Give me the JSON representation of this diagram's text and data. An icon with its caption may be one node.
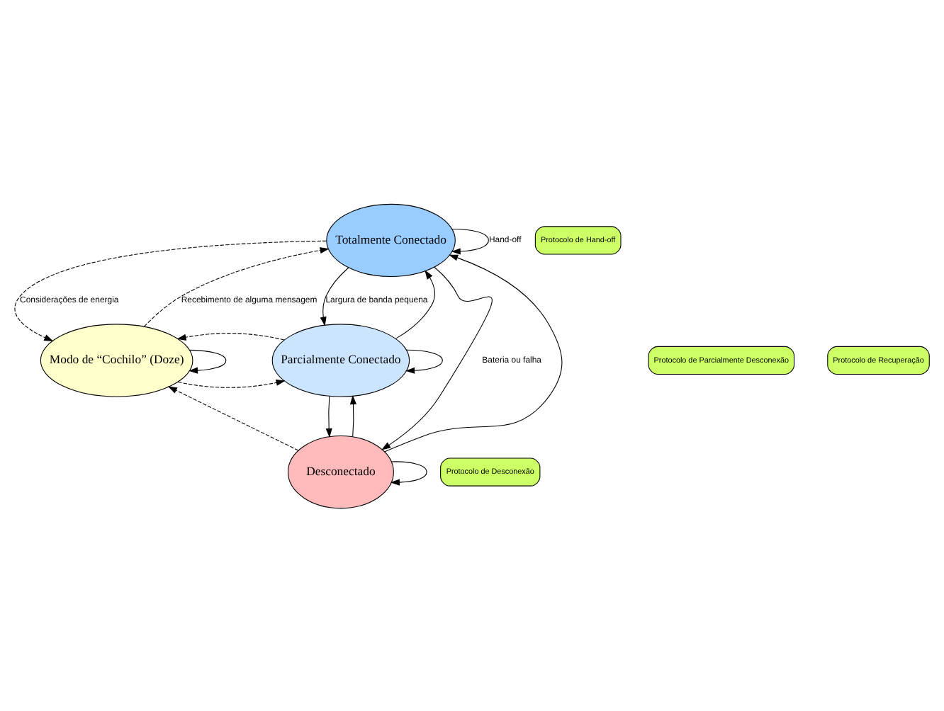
{
  "diagram": {
    "nodes": [
      {
        "text": [
          "Totalmente Conectado"
        ]
      },
      {
        "text": [
          "Modo de “Cochilo” (Doze)"
        ]
      },
      {
        "text": [
          "Parcialmente Conectado"
        ]
      },
      {
        "text": [
          "Desconectado"
        ]
      },
      {
        "text": [
          "Protocolo de Hand-off"
        ]
      },
      {
        "text": [
          "Protocolo de Parcialmente Desconexão"
        ]
      },
      {
        "text": [
          "Protocolo de Recuperação"
        ]
      },
      {
        "text": [
          "Protocolo de Desconexão"
        ]
      }
    ],
    "edges": [
      {
        "from": 0,
        "to": 0,
        "arrow": "to",
        "label": "Hand-off"
      },
      {
        "from": 0,
        "to": 1,
        "arrow": "to",
        "style": "dashed",
        "label": "Considerações de energia"
      },
      {
        "from": 1,
        "to": 0,
        "arrow": "to",
        "style": "dashed",
        "label": "Recebimento de alguma mensagem"
      },
      {
        "from": 0,
        "to": 2,
        "arrow": "to",
        "label": "Largura de banda pequena"
      },
      {
        "from": 2,
        "to": 0,
        "arrow": "to"
      },
      {
        "from": 1,
        "to": 2,
        "arrow": "to",
        "style": "dashed"
      },
      {
        "from": 2,
        "to": 1,
        "arrow": "to",
        "style": "dashed"
      },
      {
        "from": 0,
        "to": 3,
        "arrow": "to",
        "label": "Bateria ou falha"
      },
      {
        "from": 3,
        "to": 0,
        "arrow": "to"
      },
      {
        "from": 3,
        "to": 2,
        "arrow": "to"
      },
      {
        "from": 2,
        "to": 3,
        "arrow": "to"
      },
      {
        "from": 3,
        "to": 1,
        "arrow": "to",
        "style": "dashed"
      },
      {
        "from": 1,
        "to": 1,
        "arrow": "to"
      },
      {
        "from": 3,
        "to": 3,
        "arrow": "to"
      },
      {
        "from": 2,
        "to": 2,
        "arrow": "to"
      }
    ]
  }
}
